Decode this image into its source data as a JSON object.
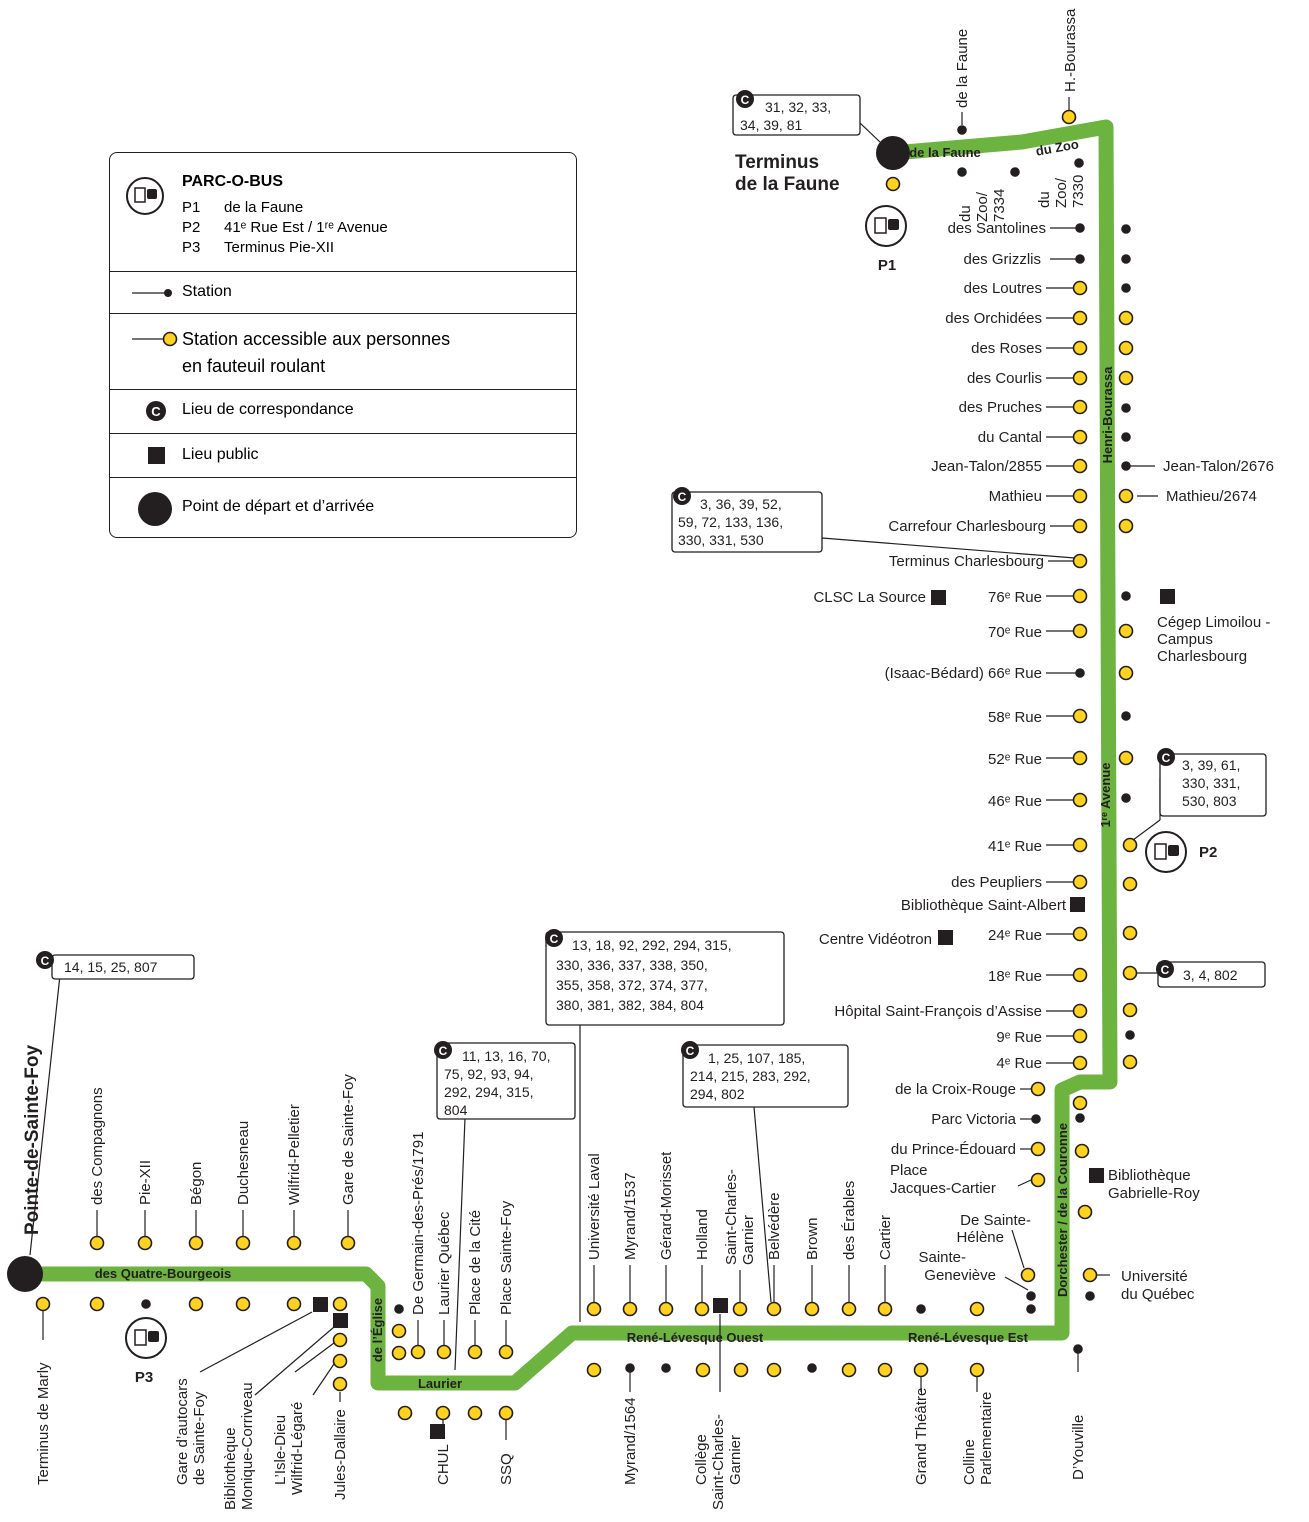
{
  "colors": {
    "route": "#6cb33f",
    "accessible": "#ffd21f",
    "ink": "#231f20",
    "outline": "#231f20"
  },
  "legend": {
    "parc_title": "PARC-O-BUS",
    "parc_items": [
      {
        "code": "P1",
        "text": "de la Faune"
      },
      {
        "code": "P2",
        "text": "41ᵉ Rue Est / 1ʳᵉ Avenue"
      },
      {
        "code": "P3",
        "text": "Terminus Pie-XII"
      }
    ],
    "station": "Station",
    "accessible_line1": "Station accessible aux personnes",
    "accessible_line2": "en fauteuil roulant",
    "correspondance": "Lieu de correspondance",
    "public": "Lieu public",
    "terminus": "Point de départ et d’arrivée",
    "c_letter": "C"
  },
  "terminals": {
    "faune_l1": "Terminus",
    "faune_l2": "de la Faune",
    "pointe": "Pointe-de-Sainte-Foy"
  },
  "parking_labels": {
    "p1": "P1",
    "p2": "P2",
    "p3": "P3"
  },
  "streets": {
    "faune": "de la Faune",
    "zoo": "du Zoo",
    "henri": "Henri-Bourassa",
    "avenue": "1ʳᵉ Avenue",
    "dorchester": "Dorchester / de la Couronne",
    "rlest": "René-Lévesque Est",
    "rlouest": "René-Lévesque Ouest",
    "laurier": "Laurier",
    "eglise": "de l’Église",
    "quatre": "des Quatre-Bourgeois"
  },
  "correspondances": {
    "faune": [
      "31, 32, 33,",
      "34, 39, 81"
    ],
    "charlesbourg": [
      "3, 36, 39, 52,",
      "59, 72, 133, 136,",
      "330, 331, 530"
    ],
    "p2": [
      "3, 39, 61,",
      "330, 331,",
      "530, 803"
    ],
    "r18": [
      "3, 4, 802"
    ],
    "laval": [
      "13, 18, 92, 292, 294, 315,",
      "330, 336, 337, 338, 350,",
      "355, 358, 372, 374, 377,",
      "380, 381, 382, 384, 804"
    ],
    "laurier": [
      "11, 13, 16, 70,",
      "75, 92, 93, 94,",
      "292, 294, 315,",
      "804"
    ],
    "garnier": [
      "1, 25, 107, 185,",
      "214, 215, 283, 292,",
      "294, 802"
    ],
    "pointe": [
      "14, 15, 25, 807"
    ]
  },
  "labels": {
    "top_faune": "de la Faune",
    "top_bourassa": "H.-Bourassa",
    "zoo7334": [
      "du",
      "Zoo/",
      "7334"
    ],
    "zoo7330": [
      "du",
      "Zoo/",
      "7330"
    ],
    "santolines": "des Santolines",
    "grizzlis": "des Grizzlis",
    "loutres": "des Loutres",
    "orchidees": "des Orchidées",
    "roses": "des Roses",
    "courlis": "des Courlis",
    "pruches": "des Pruches",
    "cantal": "du Cantal",
    "jt2855": "Jean-Talon/2855",
    "jt2676": "Jean-Talon/2676",
    "mathieu": "Mathieu",
    "mathieu2674": "Mathieu/2674",
    "carrefour": "Carrefour Charlesbourg",
    "termcharles": "Terminus Charlesbourg",
    "clsc": "CLSC La Source",
    "r76": "76ᵉ Rue",
    "cegep": [
      "Cégep Limoilou -",
      "Campus",
      "Charlesbourg"
    ],
    "r70": "70ᵉ Rue",
    "r66": "(Isaac-Bédard) 66ᵉ Rue",
    "r58": "58ᵉ Rue",
    "r52": "52ᵉ Rue",
    "r46": "46ᵉ Rue",
    "r41": "41ᵉ Rue",
    "peupliers": "des Peupliers",
    "biblio_albert": "Bibliothèque Saint-Albert",
    "videotron": "Centre Vidéotron",
    "r24": "24ᵉ Rue",
    "r18": "18ᵉ Rue",
    "hopital": "Hôpital Saint-François d’Assise",
    "r9": "9ᵉ Rue",
    "r4": "4ᵉ Rue",
    "croixrouge": "de la Croix-Rouge",
    "victoria": "Parc Victoria",
    "princeedouard": "du Prince-Édouard",
    "jacquescartier": [
      "Place",
      "Jacques-Cartier"
    ],
    "gabrielle": [
      "Bibliothèque",
      "Gabrielle-Roy"
    ],
    "sthelene": [
      "De Sainte-",
      "Hélène"
    ],
    "stgenevieve": [
      "Sainte-",
      "Geneviève"
    ],
    "uqam": [
      "Université",
      "du Québec"
    ],
    "dyouville": "D’Youville",
    "cartier": "Cartier",
    "erables": "des Érables",
    "brown": "Brown",
    "belvedere": "Belvédère",
    "scg_top": [
      "Saint-Charles-",
      "Garnier"
    ],
    "holland": "Holland",
    "morisset": "Gérard-Morisset",
    "myrand1537": "Myrand/1537",
    "laval": "Université Laval",
    "placestefoy": "Place Sainte-Foy",
    "placecite": "Place de la Cité",
    "laurierqc": "Laurier Québec",
    "germain": "De Germain-des-Prés/1791",
    "garestefoy": "Gare de Sainte-Foy",
    "wilfrid": "Wilfrid-Pelletier",
    "duchesneau": "Duchesneau",
    "begon": "Bégon",
    "pie": "Pie-XII",
    "compagnons": "des Compagnons",
    "marly": "Terminus de Marly",
    "gareauto": [
      "Gare d’autocars",
      "de Sainte-Foy"
    ],
    "biblio_monique": [
      "Bibliothèque",
      "Monique-Corriveau"
    ],
    "isledieu": [
      "L’Isle-Dieu",
      "Wilfrid-Légaré"
    ],
    "julesdallaire": "Jules-Dallaire",
    "chul": "CHUL",
    "ssq": "SSQ",
    "myrand1564": "Myrand/1564",
    "college": [
      "Collège",
      "Saint-Charles-",
      "Garnier"
    ],
    "grandtheatre": "Grand Théâtre",
    "colline": [
      "Colline",
      "Parlementaire"
    ]
  }
}
